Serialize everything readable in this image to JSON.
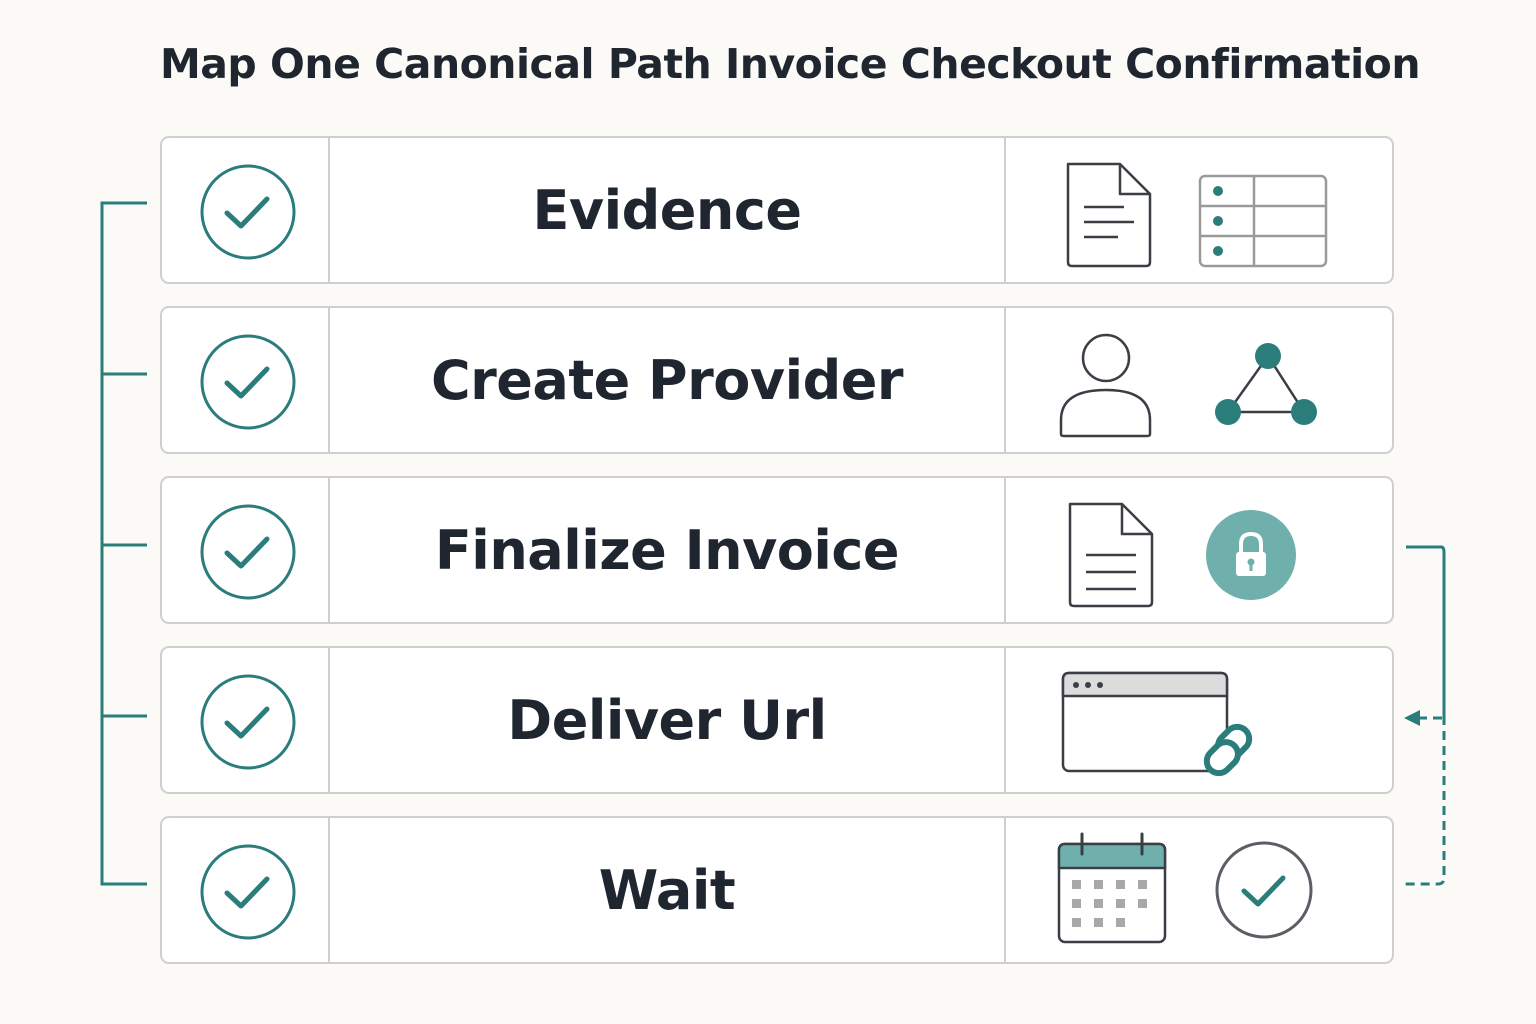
{
  "title": "Map One Canonical Path Invoice Checkout Confirmation",
  "colors": {
    "accent": "#2a7d7b",
    "accent_light": "#6fb0ac",
    "outline": "#3a3f46",
    "border": "#cfcfcf"
  },
  "steps": [
    {
      "label": "Evidence",
      "status": "completed",
      "icons": [
        "document-icon",
        "list-table-icon"
      ]
    },
    {
      "label": "Create Provider",
      "status": "completed",
      "icons": [
        "user-icon",
        "network-icon"
      ]
    },
    {
      "label": "Finalize Invoice",
      "status": "completed",
      "icons": [
        "document-icon",
        "lock-icon"
      ]
    },
    {
      "label": "Deliver Url",
      "status": "completed",
      "icons": [
        "browser-window-icon",
        "link-icon"
      ]
    },
    {
      "label": "Wait",
      "status": "completed",
      "icons": [
        "calendar-icon",
        "check-circle-icon"
      ]
    }
  ]
}
